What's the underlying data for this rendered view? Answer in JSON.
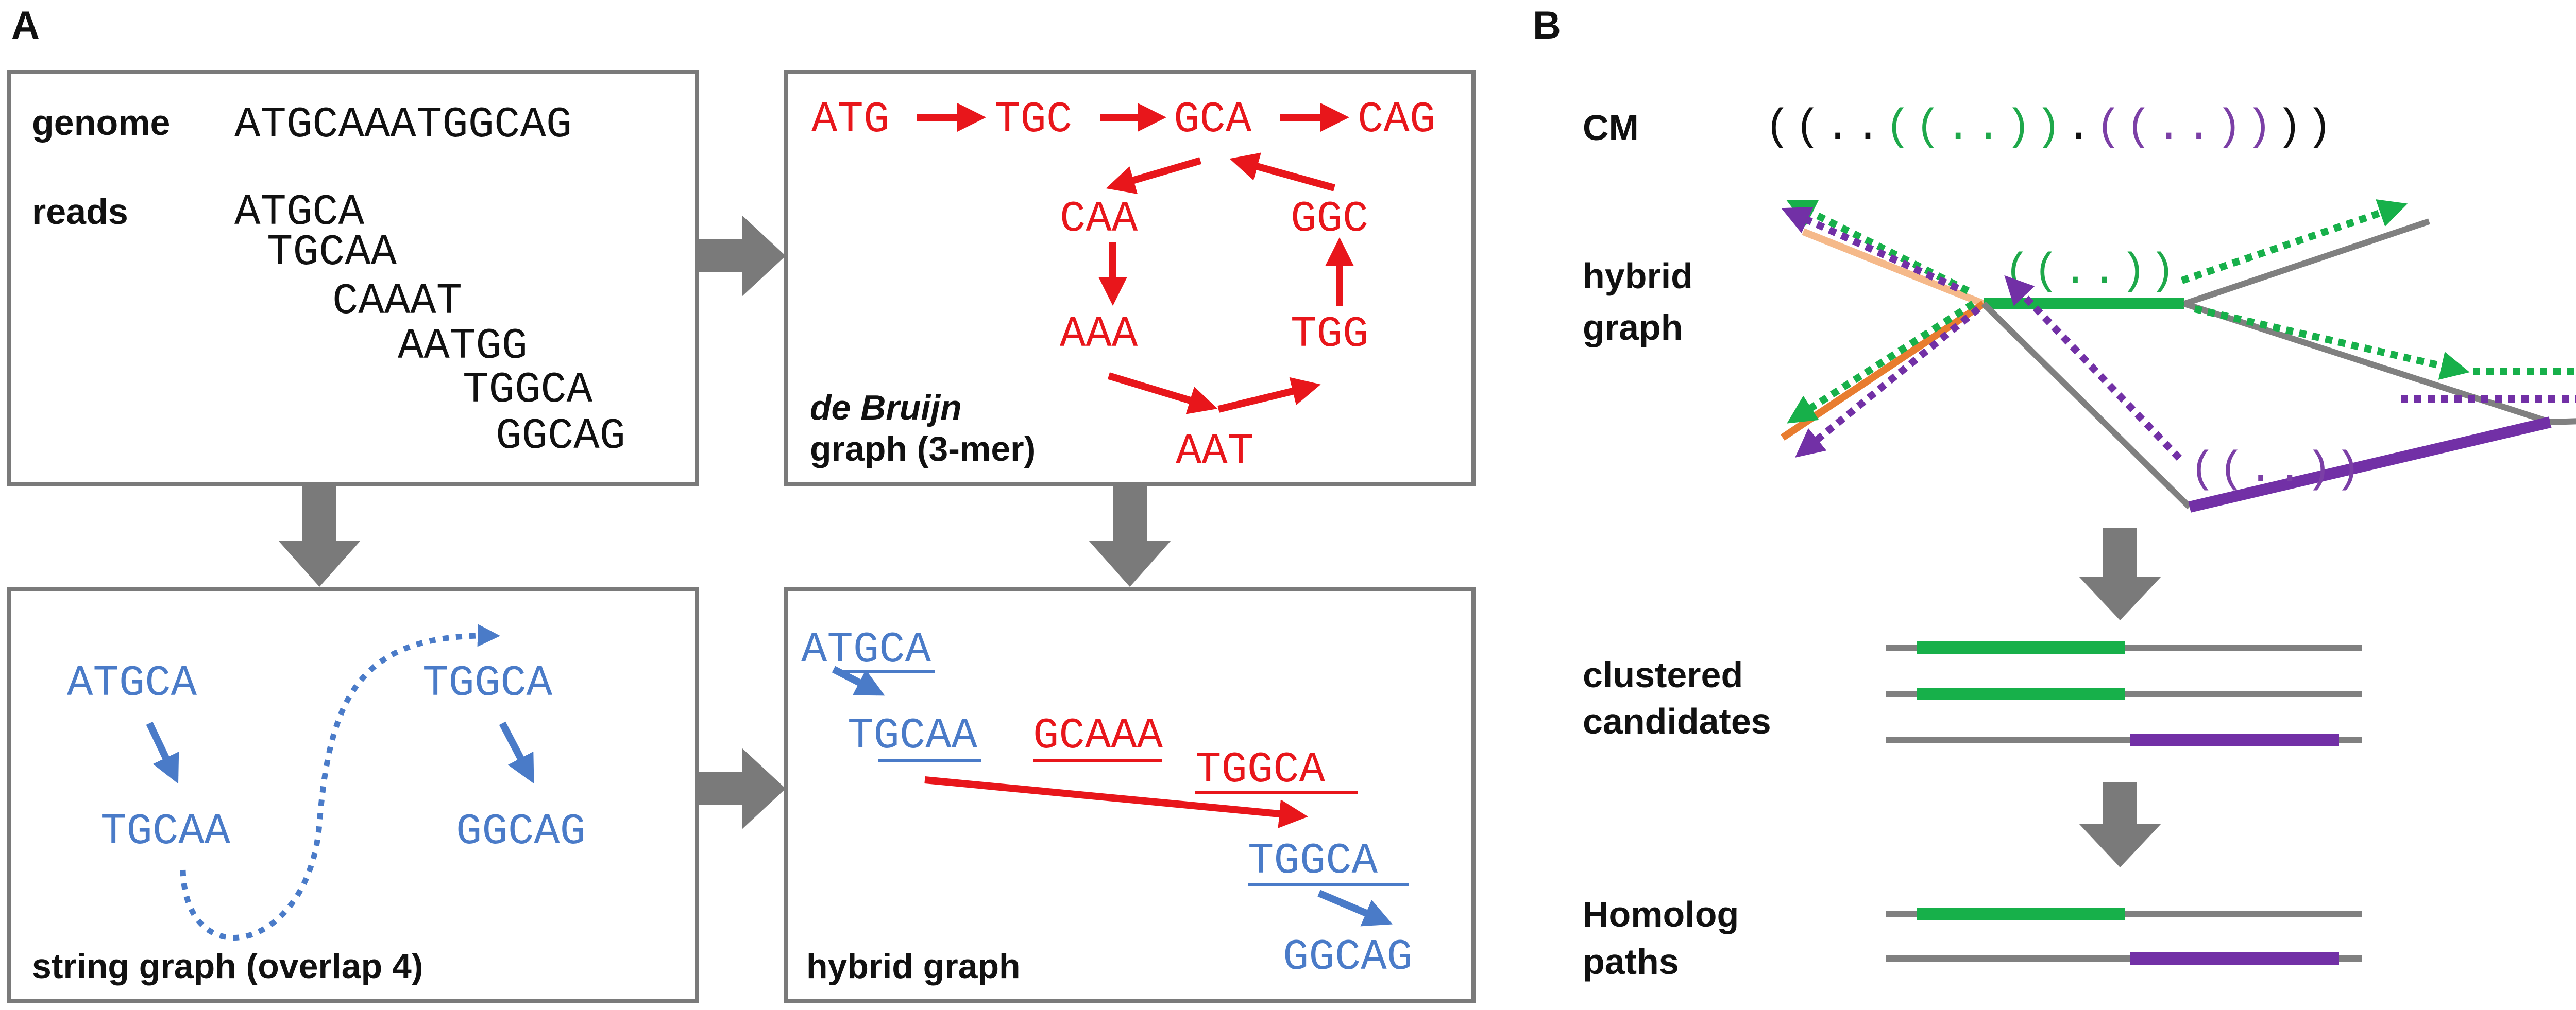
{
  "panel_a": {
    "label": "A",
    "genome_box": {
      "genome_label": "genome",
      "genome_seq": "ATGCAAATGGCAG",
      "reads_label": "reads",
      "reads": [
        "ATGCA",
        "TGCAA",
        "CAAAT",
        "AATGG",
        "TGGCA",
        "GGCAG"
      ]
    },
    "debruijn_box": {
      "nodes": [
        "ATG",
        "TGC",
        "GCA",
        "CAG",
        "GGC",
        "CAA",
        "AAA",
        "TGG",
        "AAT"
      ],
      "caption_italic": "de Bruijn",
      "caption": "graph (3-mer)"
    },
    "string_box": {
      "nodes": [
        "ATGCA",
        "TGCAA",
        "TGGCA",
        "GGCAG"
      ],
      "caption": "string graph (overlap 4)"
    },
    "hybrid_box": {
      "blue_reads": [
        "ATGCA",
        "TGCAA",
        "TGGCA",
        "GGCAG"
      ],
      "red_segments": [
        "GCAAA",
        "TGGCA"
      ],
      "caption": "hybrid graph"
    }
  },
  "panel_b": {
    "label": "B",
    "cm_label": "CM",
    "cm_structure": [
      {
        "text": "((",
        "color": "#111111"
      },
      {
        "text": "..",
        "color": "#111111"
      },
      {
        "text": "((..))",
        "color": "#1ea84a"
      },
      {
        "text": ".",
        "color": "#111111"
      },
      {
        "text": "((..))",
        "color": "#7b3fa6"
      },
      {
        "text": "))",
        "color": "#111111"
      }
    ],
    "hybrid_graph_label_1": "hybrid",
    "hybrid_graph_label_2": "graph",
    "green_motif": "((..))",
    "purple_motif": "((..))",
    "clustered_label_1": "clustered",
    "clustered_label_2": "candidates",
    "homolog_label_1": "Homolog",
    "homolog_label_2": "paths"
  },
  "colors": {
    "red": "#e8161b",
    "blue": "#4a7bc8",
    "green": "#17b04a",
    "purple": "#7230a6",
    "gray": "#808080",
    "orange": "#e87c2f",
    "orange_light": "#f5b98a"
  }
}
